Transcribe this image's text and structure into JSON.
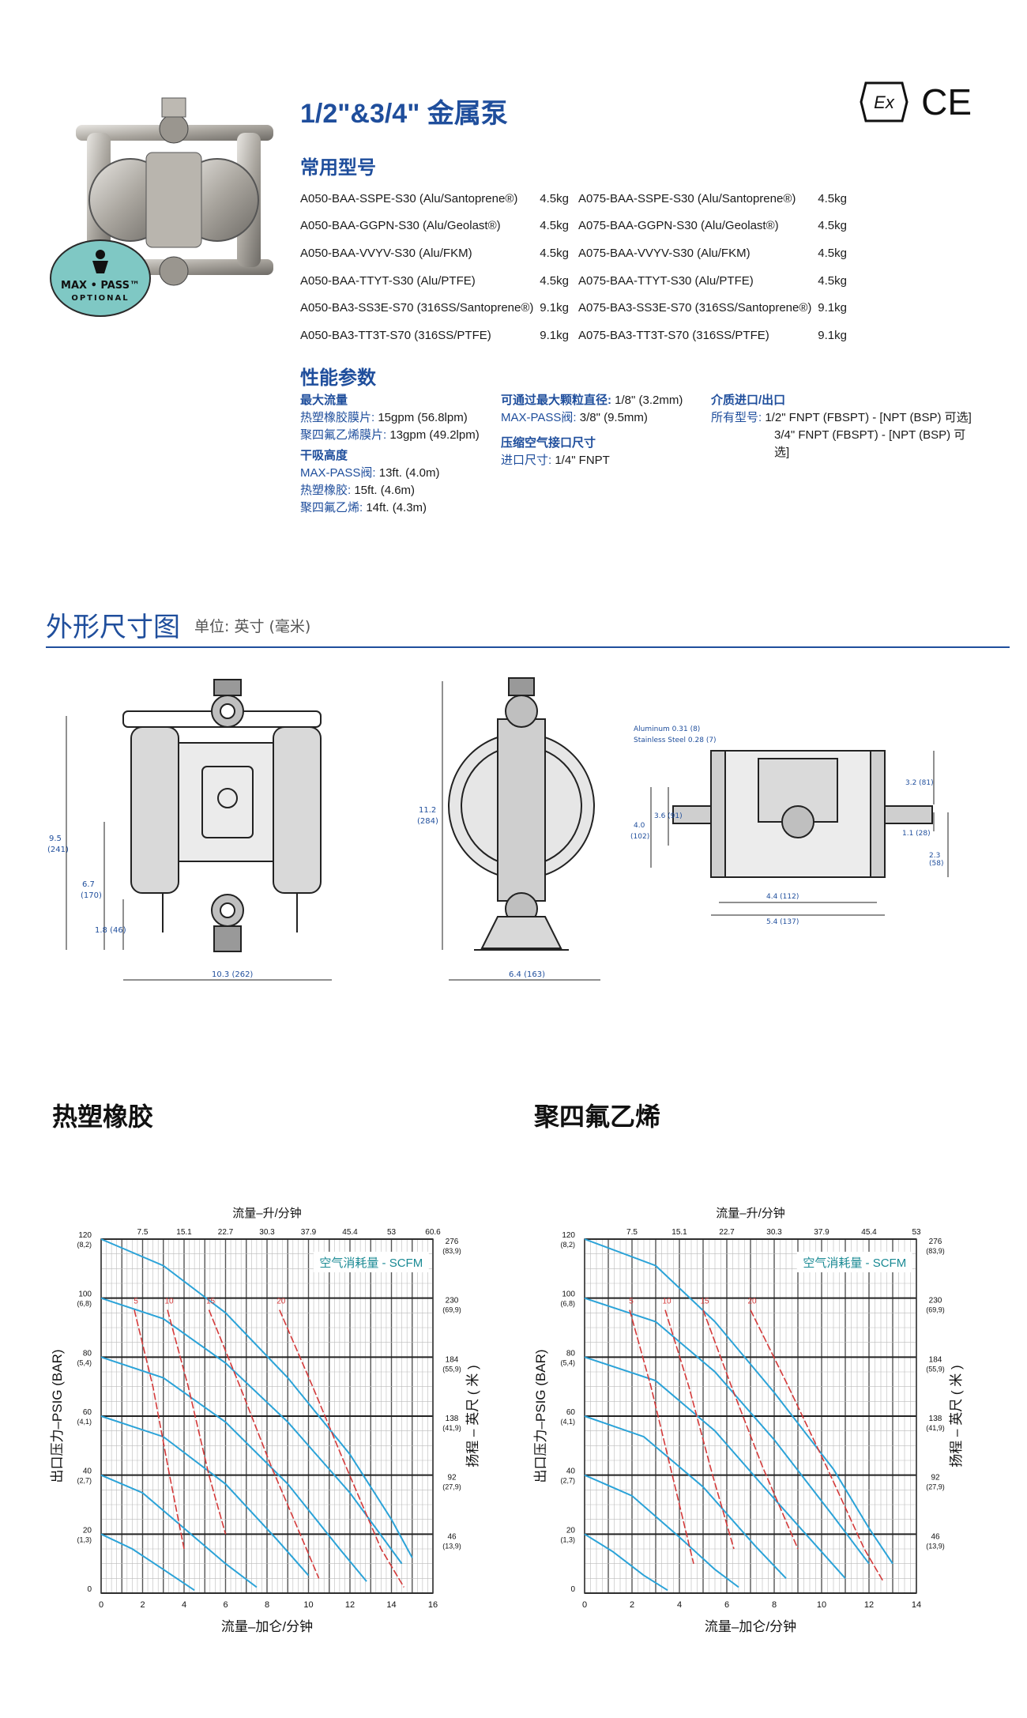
{
  "header": {
    "title": "1/2\"&3/4\" 金属泵",
    "cert_ex": "Ex",
    "cert_ce": "CE",
    "badge_line1": "MAX • PASS™",
    "badge_line2": "OPTIONAL"
  },
  "models": {
    "heading": "常用型号",
    "left": [
      {
        "name": "A050-BAA-SSPE-S30 (Alu/Santoprene®)",
        "weight": "4.5kg"
      },
      {
        "name": "A050-BAA-GGPN-S30 (Alu/Geolast®)",
        "weight": "4.5kg"
      },
      {
        "name": "A050-BAA-VVYV-S30 (Alu/FKM)",
        "weight": "4.5kg"
      },
      {
        "name": "A050-BAA-TTYT-S30 (Alu/PTFE)",
        "weight": "4.5kg"
      },
      {
        "name": "A050-BA3-SS3E-S70 (316SS/Santoprene®)",
        "weight": "9.1kg"
      },
      {
        "name": "A050-BA3-TT3T-S70 (316SS/PTFE)",
        "weight": "9.1kg"
      }
    ],
    "right": [
      {
        "name": "A075-BAA-SSPE-S30 (Alu/Santoprene®)",
        "weight": "4.5kg"
      },
      {
        "name": "A075-BAA-GGPN-S30 (Alu/Geolast®)",
        "weight": "4.5kg"
      },
      {
        "name": "A075-BAA-VVYV-S30 (Alu/FKM)",
        "weight": "4.5kg"
      },
      {
        "name": "A075-BAA-TTYT-S30 (Alu/PTFE)",
        "weight": "4.5kg"
      },
      {
        "name": "A075-BA3-SS3E-S70 (316SS/Santoprene®)",
        "weight": "9.1kg"
      },
      {
        "name": "A075-BA3-TT3T-S70 (316SS/PTFE)",
        "weight": "9.1kg"
      }
    ]
  },
  "performance": {
    "heading": "性能参数",
    "max_flow_head": "最大流量",
    "max_flow_tpe_label": "热塑橡胶膜片:",
    "max_flow_tpe_value": " 15gpm (56.8lpm)",
    "max_flow_ptfe_label": "聚四氟乙烯膜片:",
    "max_flow_ptfe_value": " 13gpm (49.2lpm)",
    "dry_lift_head": "干吸高度",
    "dry_maxpass_label": "MAX-PASS阀:",
    "dry_maxpass_value": " 13ft. (4.0m)",
    "dry_tpe_label": "热塑橡胶:",
    "dry_tpe_value": " 15ft. (4.6m)",
    "dry_ptfe_label": "聚四氟乙烯:",
    "dry_ptfe_value": " 14ft. (4.3m)",
    "particle_head": "可通过最大颗粒直径:",
    "particle_value": " 1/8\" (3.2mm)",
    "particle_maxpass_label": "MAX-PASS阀:",
    "particle_maxpass_value": " 3/8\" (9.5mm)",
    "air_head": "压缩空气接口尺寸",
    "air_label": "进口尺寸:",
    "air_value": " 1/4\" FNPT",
    "port_head": "介质进口/出口",
    "port_label": "所有型号:",
    "port_value1": " 1/2\" FNPT (FBSPT) - [NPT (BSP) 可选]",
    "port_value2": "3/4\" FNPT (FBSPT) - [NPT (BSP) 可选]"
  },
  "dimensions": {
    "heading": "外形尺寸图",
    "unit": "单位: 英寸 (毫米)",
    "front": [
      "9.5",
      "(241)",
      "6.7",
      "(170)",
      "1.8 (46)",
      "10.3 (262)"
    ],
    "side": [
      "11.2",
      "(284)",
      "6.4 (163)"
    ],
    "top": [
      "Aluminum 0.31 (8)",
      "Stainless Steel 0.28 (7)",
      "3.2 (81)",
      "3.6 (91)",
      "4.0",
      "(102)",
      "1.1 (28)",
      "2.3 (58)",
      "4.4 (112)",
      "5.4 (137)"
    ]
  },
  "chart_data": [
    {
      "type": "line",
      "title": "热塑橡胶",
      "top_axis_label": "流量–升/分钟",
      "xlabel": "流量–加仑/分钟",
      "ylabel": "出口压力–PSIG (BAR)",
      "y2label": "扬程 – 英尺 ( 米 )",
      "legend": "空气消耗量 - SCFM",
      "x_ticks": [
        "0",
        "2",
        "4",
        "6",
        "8",
        "10",
        "12",
        "14",
        "16"
      ],
      "top_ticks": [
        "7.5",
        "15.1",
        "22.7",
        "30.3",
        "37.9",
        "45.4",
        "53",
        "60.6"
      ],
      "y_ticks": [
        {
          "v": "120",
          "s": "(8,2)"
        },
        {
          "v": "100",
          "s": "(6,8)"
        },
        {
          "v": "80",
          "s": "(5,4)"
        },
        {
          "v": "60",
          "s": "(4,1)"
        },
        {
          "v": "40",
          "s": "(2,7)"
        },
        {
          "v": "20",
          "s": "(1,3)"
        },
        {
          "v": "0",
          "s": ""
        }
      ],
      "y2_ticks": [
        {
          "v": "276",
          "s": "(83,9)"
        },
        {
          "v": "230",
          "s": "(69,9)"
        },
        {
          "v": "184",
          "s": "(55,9)"
        },
        {
          "v": "138",
          "s": "(41,9)"
        },
        {
          "v": "92",
          "s": "(27,9)"
        },
        {
          "v": "46",
          "s": "(13,9)"
        }
      ],
      "scfm_labels": [
        "5",
        "10",
        "15",
        "20"
      ],
      "xlim": [
        0,
        16
      ],
      "ylim": [
        0,
        120
      ],
      "performance_curves": [
        {
          "air_psi": 120,
          "points": [
            [
              0,
              120
            ],
            [
              3,
              111
            ],
            [
              6,
              95
            ],
            [
              9,
              73
            ],
            [
              12,
              47
            ],
            [
              14,
              25
            ],
            [
              15,
              12
            ]
          ]
        },
        {
          "air_psi": 100,
          "points": [
            [
              0,
              100
            ],
            [
              3,
              93
            ],
            [
              6,
              78
            ],
            [
              9,
              58
            ],
            [
              12,
              34
            ],
            [
              14.5,
              10
            ]
          ]
        },
        {
          "air_psi": 80,
          "points": [
            [
              0,
              80
            ],
            [
              3,
              73
            ],
            [
              6,
              58
            ],
            [
              9,
              37
            ],
            [
              11.5,
              15
            ],
            [
              12.8,
              4
            ]
          ]
        },
        {
          "air_psi": 60,
          "points": [
            [
              0,
              60
            ],
            [
              3,
              53
            ],
            [
              6,
              37
            ],
            [
              8.5,
              18
            ],
            [
              10,
              6
            ]
          ]
        },
        {
          "air_psi": 40,
          "points": [
            [
              0,
              40
            ],
            [
              2,
              34
            ],
            [
              4,
              22
            ],
            [
              6,
              10
            ],
            [
              7.5,
              2
            ]
          ]
        },
        {
          "air_psi": 20,
          "points": [
            [
              0,
              20
            ],
            [
              1.5,
              15
            ],
            [
              3,
              8
            ],
            [
              4.5,
              1
            ]
          ]
        }
      ],
      "scfm_curves": [
        {
          "scfm": "5",
          "points": [
            [
              1.6,
              96
            ],
            [
              2.5,
              70
            ],
            [
              3.3,
              40
            ],
            [
              4,
              15
            ]
          ]
        },
        {
          "scfm": "10",
          "points": [
            [
              3.2,
              96
            ],
            [
              4.2,
              70
            ],
            [
              5.2,
              40
            ],
            [
              6,
              20
            ]
          ]
        },
        {
          "scfm": "15",
          "points": [
            [
              5.2,
              96
            ],
            [
              6.7,
              70
            ],
            [
              8.2,
              43
            ],
            [
              9.9,
              15
            ],
            [
              10.5,
              5
            ]
          ]
        },
        {
          "scfm": "20",
          "points": [
            [
              8.6,
              96
            ],
            [
              10.2,
              70
            ],
            [
              11.8,
              43
            ],
            [
              13.5,
              15
            ],
            [
              14.6,
              2
            ]
          ]
        }
      ]
    },
    {
      "type": "line",
      "title": "聚四氟乙烯",
      "top_axis_label": "流量–升/分钟",
      "xlabel": "流量–加仑/分钟",
      "ylabel": "出口压力–PSIG (BAR)",
      "y2label": "扬程 – 英尺 ( 米 )",
      "legend": "空气消耗量 - SCFM",
      "x_ticks": [
        "0",
        "2",
        "4",
        "6",
        "8",
        "10",
        "12",
        "14"
      ],
      "top_ticks": [
        "7.5",
        "15.1",
        "22.7",
        "30.3",
        "37.9",
        "45.4",
        "53"
      ],
      "y_ticks": [
        {
          "v": "120",
          "s": "(8,2)"
        },
        {
          "v": "100",
          "s": "(6,8)"
        },
        {
          "v": "80",
          "s": "(5,4)"
        },
        {
          "v": "60",
          "s": "(4,1)"
        },
        {
          "v": "40",
          "s": "(2,7)"
        },
        {
          "v": "20",
          "s": "(1,3)"
        },
        {
          "v": "0",
          "s": ""
        }
      ],
      "y2_ticks": [
        {
          "v": "276",
          "s": "(83,9)"
        },
        {
          "v": "230",
          "s": "(69,9)"
        },
        {
          "v": "184",
          "s": "(55,9)"
        },
        {
          "v": "138",
          "s": "(41,9)"
        },
        {
          "v": "92",
          "s": "(27,9)"
        },
        {
          "v": "46",
          "s": "(13,9)"
        }
      ],
      "scfm_labels": [
        "5",
        "10",
        "15",
        "20"
      ],
      "xlim": [
        0,
        14
      ],
      "ylim": [
        0,
        120
      ],
      "performance_curves": [
        {
          "air_psi": 120,
          "points": [
            [
              0,
              120
            ],
            [
              3,
              111
            ],
            [
              5.5,
              92
            ],
            [
              8,
              68
            ],
            [
              10.5,
              42
            ],
            [
              12,
              22
            ],
            [
              13,
              10
            ]
          ]
        },
        {
          "air_psi": 100,
          "points": [
            [
              0,
              100
            ],
            [
              3,
              92
            ],
            [
              5.5,
              75
            ],
            [
              8,
              52
            ],
            [
              10.5,
              26
            ],
            [
              12,
              10
            ]
          ]
        },
        {
          "air_psi": 80,
          "points": [
            [
              0,
              80
            ],
            [
              3,
              72
            ],
            [
              5.5,
              55
            ],
            [
              8,
              32
            ],
            [
              10,
              14
            ],
            [
              11,
              5
            ]
          ]
        },
        {
          "air_psi": 60,
          "points": [
            [
              0,
              60
            ],
            [
              2.5,
              53
            ],
            [
              5,
              36
            ],
            [
              7.2,
              16
            ],
            [
              8.5,
              5
            ]
          ]
        },
        {
          "air_psi": 40,
          "points": [
            [
              0,
              40
            ],
            [
              2,
              33
            ],
            [
              4,
              19
            ],
            [
              5.5,
              8
            ],
            [
              6.5,
              2
            ]
          ]
        },
        {
          "air_psi": 20,
          "points": [
            [
              0,
              20
            ],
            [
              1.2,
              14
            ],
            [
              2.5,
              6
            ],
            [
              3.5,
              1
            ]
          ]
        }
      ],
      "scfm_curves": [
        {
          "scfm": "5",
          "points": [
            [
              1.9,
              96
            ],
            [
              2.8,
              70
            ],
            [
              3.7,
              40
            ],
            [
              4.6,
              10
            ]
          ]
        },
        {
          "scfm": "10",
          "points": [
            [
              3.4,
              96
            ],
            [
              4.4,
              70
            ],
            [
              5.4,
              40
            ],
            [
              6.3,
              15
            ]
          ]
        },
        {
          "scfm": "15",
          "points": [
            [
              5,
              96
            ],
            [
              6.2,
              70
            ],
            [
              7.5,
              43
            ],
            [
              9,
              15
            ]
          ]
        },
        {
          "scfm": "20",
          "points": [
            [
              7,
              96
            ],
            [
              8.6,
              70
            ],
            [
              10.2,
              43
            ],
            [
              11.8,
              15
            ],
            [
              12.6,
              4
            ]
          ]
        }
      ]
    }
  ]
}
